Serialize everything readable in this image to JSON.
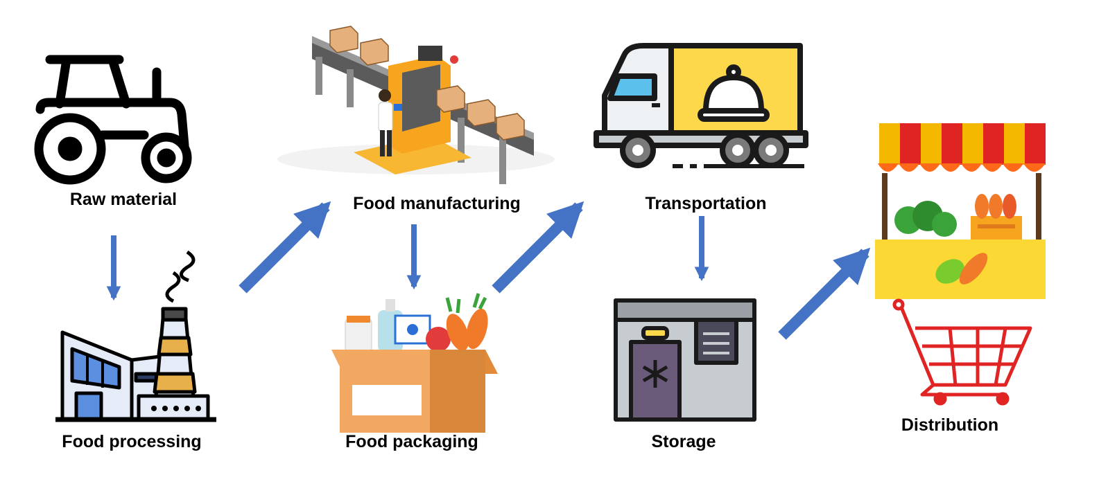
{
  "stages": {
    "raw_material": "Raw material",
    "food_processing": "Food processing",
    "food_manufacturing": "Food manufacturing",
    "food_packaging": "Food packaging",
    "transportation": "Transportation",
    "storage": "Storage",
    "distribution": "Distribution"
  },
  "icons": {
    "raw_material": "tractor-icon",
    "food_processing": "factory-icon",
    "food_manufacturing": "conveyor-belt-icon",
    "food_packaging": "grocery-box-icon",
    "transportation": "delivery-truck-icon",
    "storage": "cold-storage-icon",
    "distribution": "market-stall-icon"
  },
  "colors": {
    "arrow": "#4472c4",
    "label": "#000000",
    "awning_red": "#e02424",
    "awning_yellow": "#f5b800",
    "truck_yellow": "#fcd84a",
    "box_orange": "#f2a860",
    "factory_blue": "#5c8fe0",
    "storage_gray": "#c7ccd1"
  }
}
